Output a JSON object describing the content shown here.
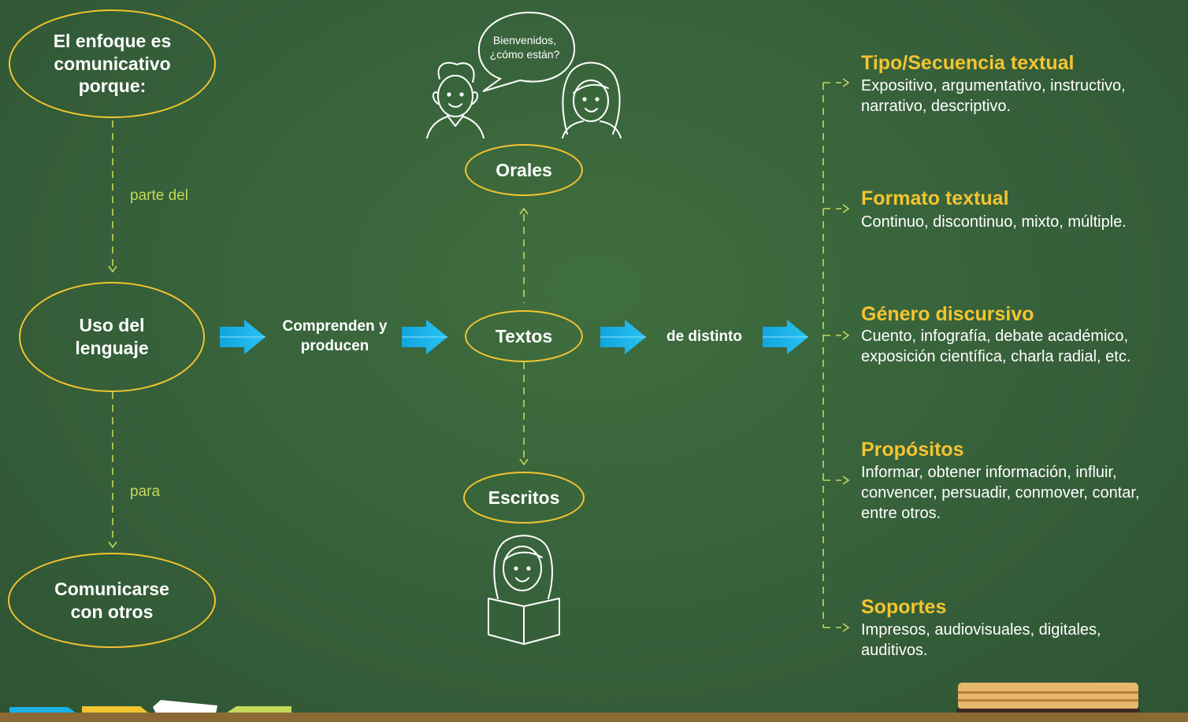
{
  "left_column": {
    "top_node": "El enfoque es comunicativo porque:",
    "link_1": "parte del",
    "middle_node": "Uso del lenguaje",
    "link_2": "para",
    "bottom_node": "Comunicarse con otros"
  },
  "flow": {
    "label_1": "Comprenden y producen",
    "center_node": "Textos",
    "label_2": "de distinto",
    "oral_node": "Orales",
    "written_node": "Escritos",
    "speech_bubble": "Bienvenidos, ¿cómo están?"
  },
  "categories": [
    {
      "title": "Tipo/Secuencia textual",
      "text": "Expositivo, argumentativo, instructivo, narrativo, descriptivo."
    },
    {
      "title": "Formato textual",
      "text": "Continuo, discontinuo, mixto, múltiple."
    },
    {
      "title": "Género discursivo",
      "text": "Cuento, infografía, debate académico, exposición científica, charla radial, etc."
    },
    {
      "title": "Propósitos",
      "text": "Informar, obtener información, influir, convencer, persuadir, conmover, contar, entre otros."
    },
    {
      "title": "Soportes",
      "text": "Impresos, audiovisuales, digitales, auditivos."
    }
  ],
  "icons": [
    "people-talking-icon",
    "person-reading-icon",
    "arrow-right-icon",
    "chalk-icon",
    "eraser-icon"
  ],
  "colors": {
    "board": "#36603a",
    "accent_yellow": "#f4c430",
    "accent_green": "#c4d85a",
    "arrow_blue": "#1ab0e8"
  }
}
